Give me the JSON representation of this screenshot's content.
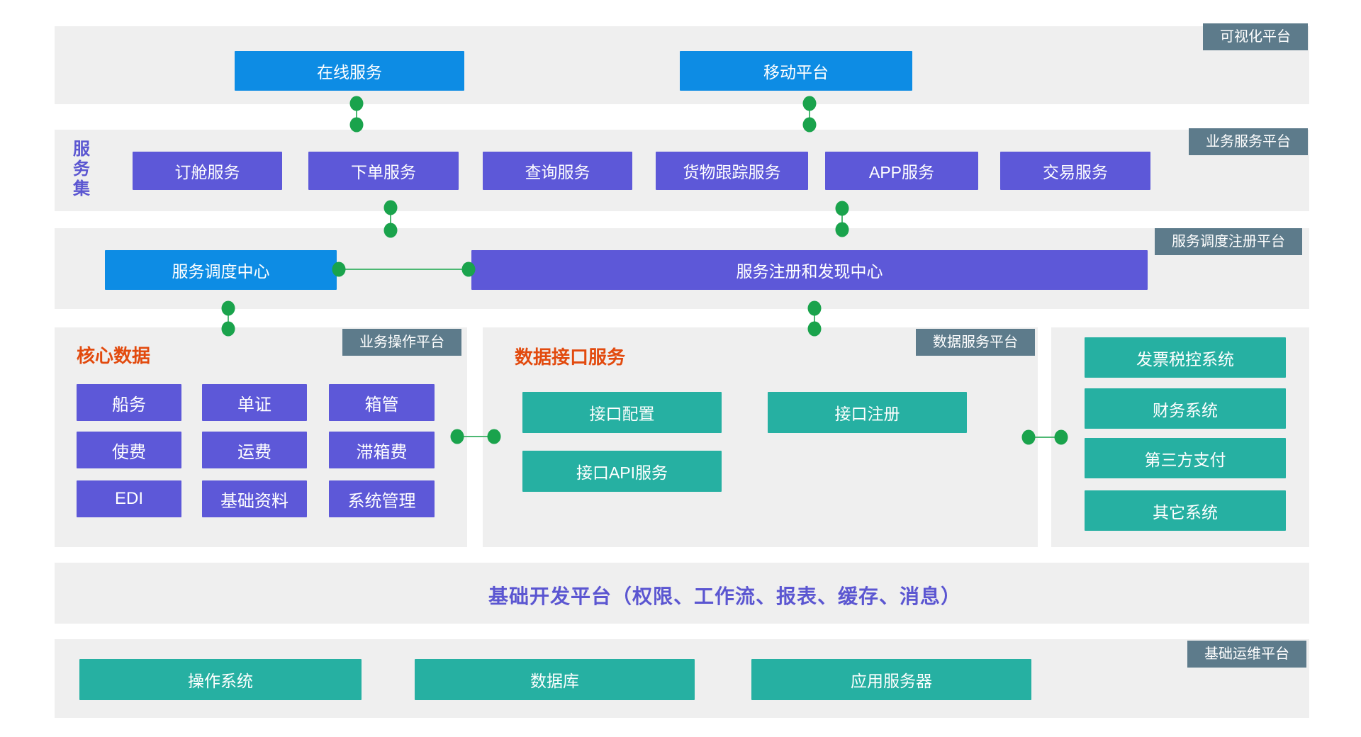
{
  "colors": {
    "band_background": "#efefef",
    "blue": "#0d8ce4",
    "purple": "#5d58d8",
    "teal": "#26b0a2",
    "tag_slate": "#5d7b8b",
    "connector_green": "#1aa34c",
    "accent_title": "#e24a0e",
    "purple_text": "#5b56d1"
  },
  "band1": {
    "tag": "可视化平台",
    "btn_online": "在线服务",
    "btn_mobile": "移动平台"
  },
  "band2": {
    "tag": "业务服务平台",
    "side_label": "服务集",
    "buttons": [
      "订舱服务",
      "下单服务",
      "查询服务",
      "货物跟踪服务",
      "APP服务",
      "交易服务"
    ]
  },
  "band3": {
    "tag": "服务调度注册平台",
    "dispatch_center": "服务调度中心",
    "registry_center": "服务注册和发现中心"
  },
  "band4": {
    "left": {
      "tag": "业务操作平台",
      "title": "核心数据",
      "cells": [
        "船务",
        "单证",
        "箱管",
        "使费",
        "运费",
        "滞箱费",
        "EDI",
        "基础资料",
        "系统管理"
      ]
    },
    "middle": {
      "tag": "数据服务平台",
      "title": "数据接口服务",
      "buttons": [
        "接口配置",
        "接口注册",
        "接口API服务"
      ]
    },
    "right": {
      "buttons": [
        "发票税控系统",
        "财务系统",
        "第三方支付",
        "其它系统"
      ]
    }
  },
  "band5": {
    "title": "基础开发平台（权限、工作流、报表、缓存、消息）"
  },
  "band6": {
    "tag": "基础运维平台",
    "buttons": [
      "操作系统",
      "数据库",
      "应用服务器"
    ]
  }
}
